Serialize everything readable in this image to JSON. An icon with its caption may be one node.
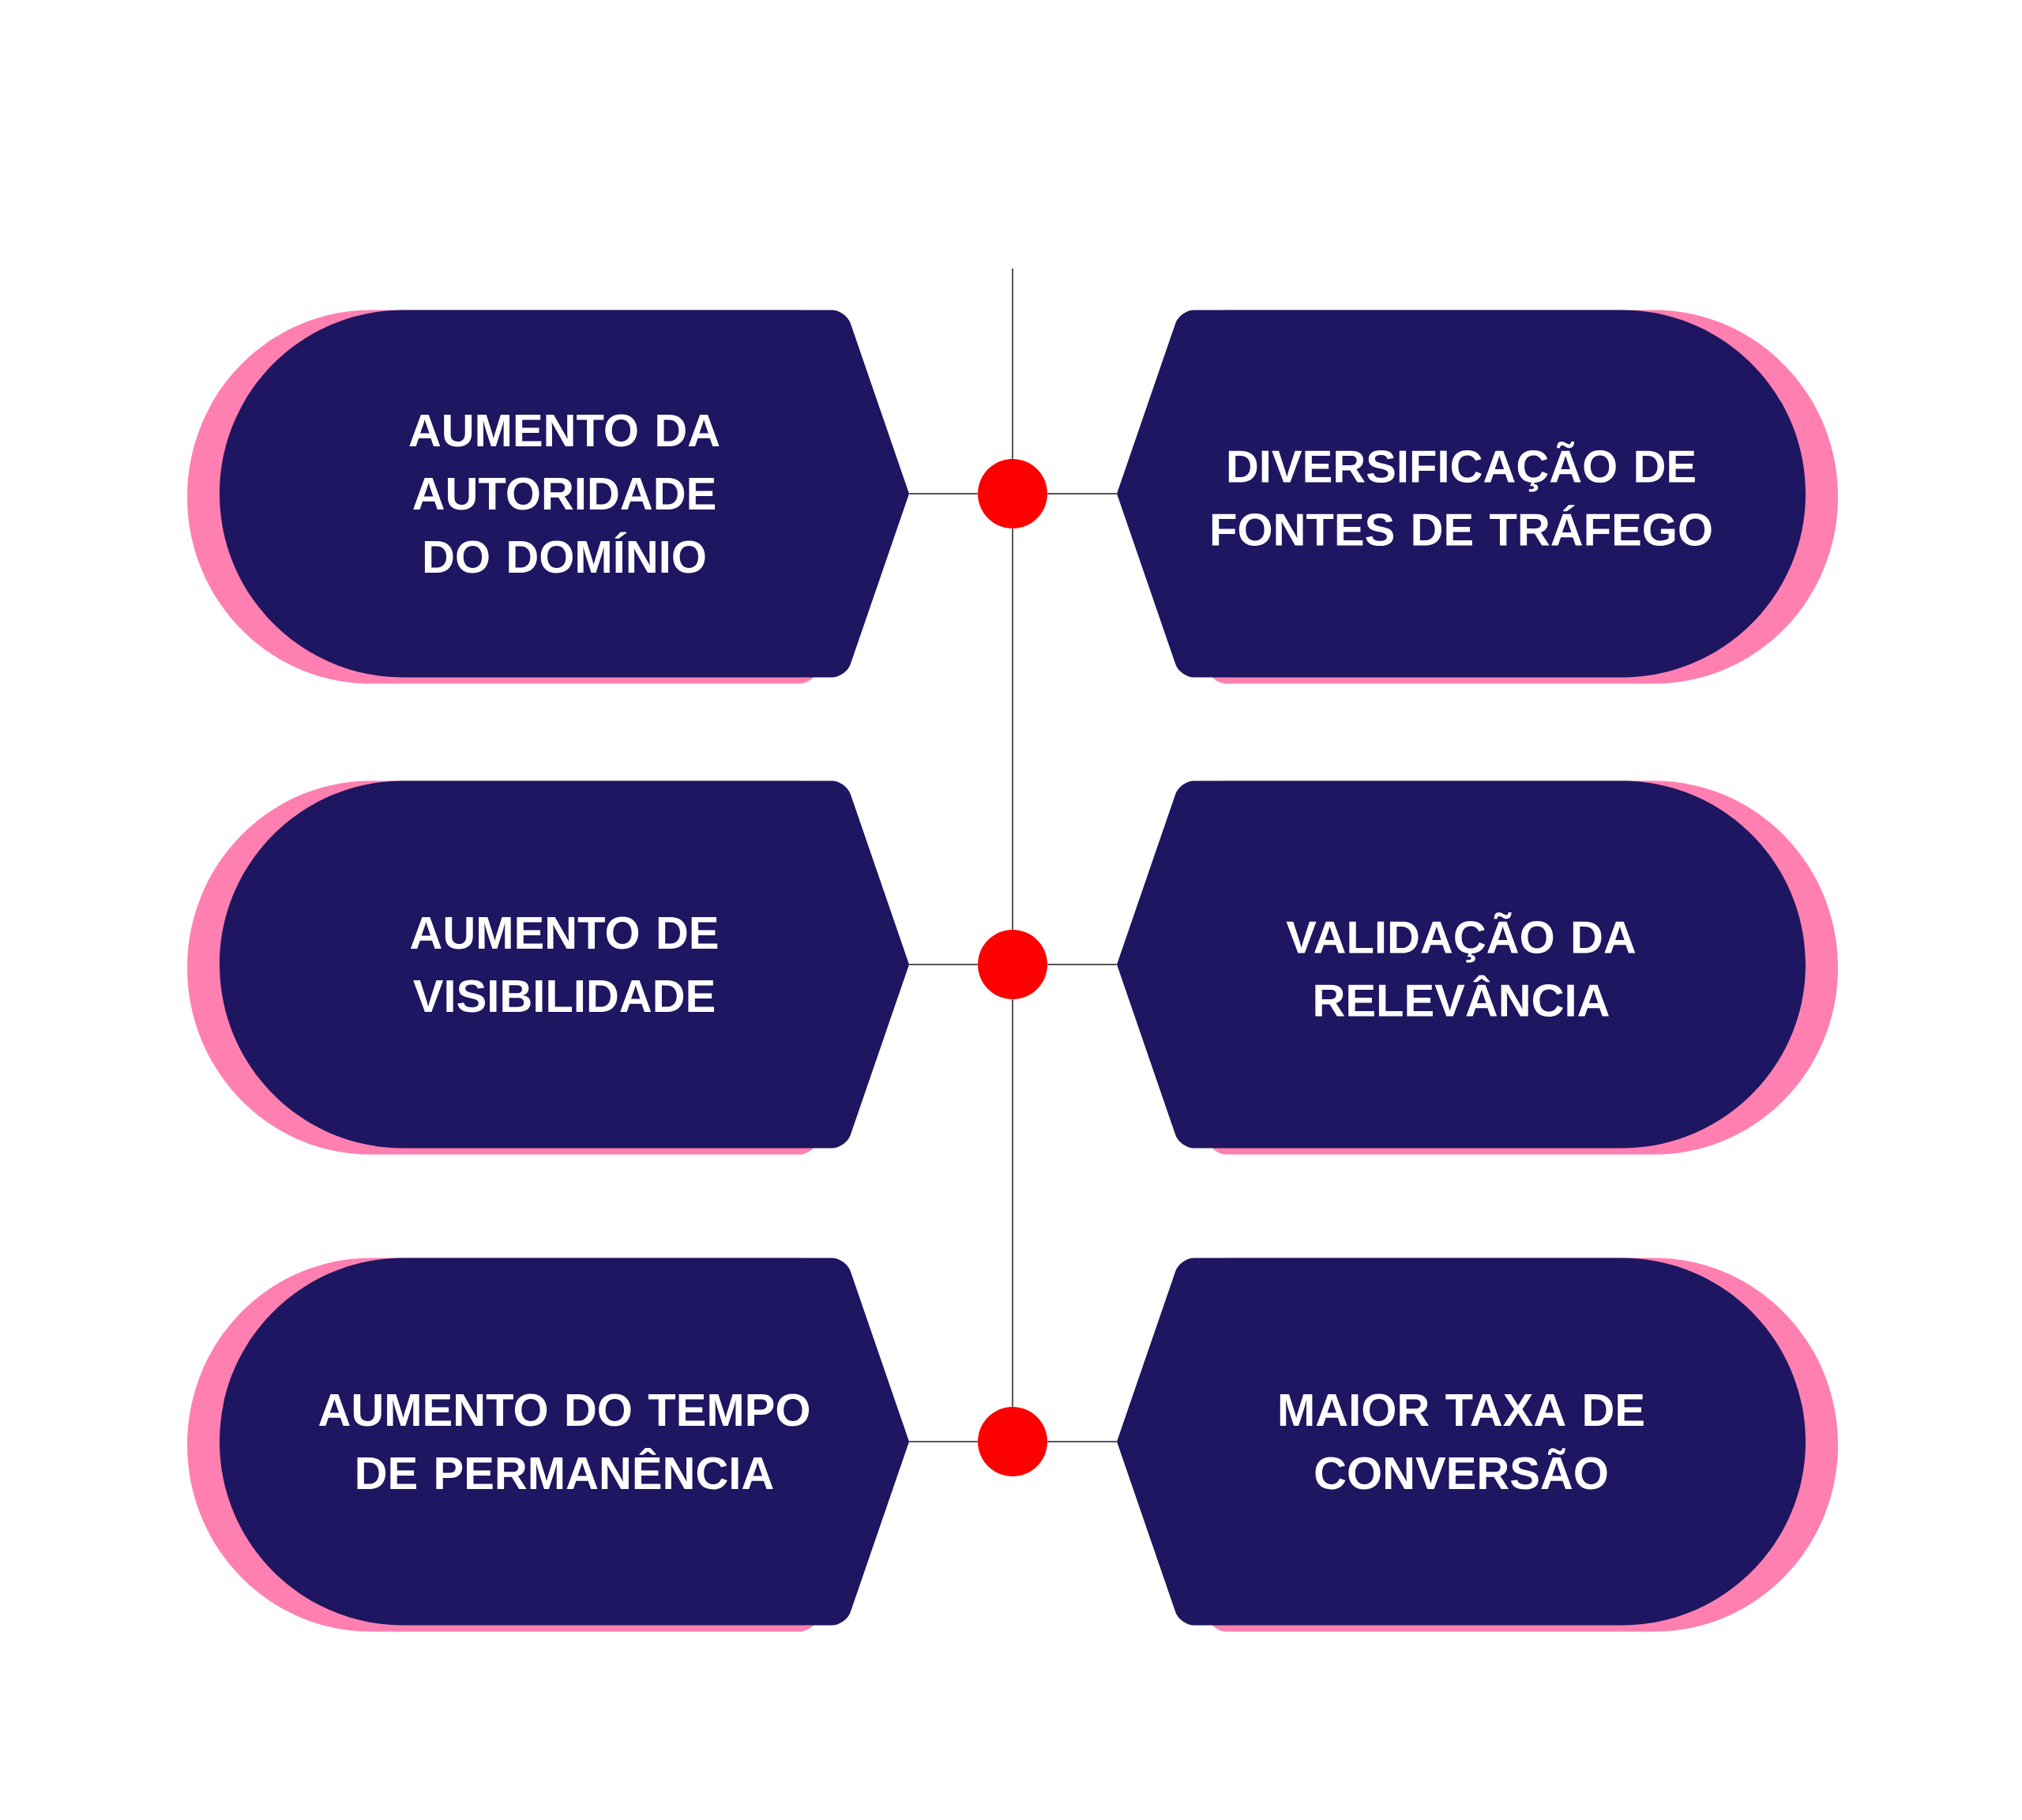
{
  "diagram": {
    "nodes": [
      {
        "text": [
          "AUMENTO DA AUTORIDADE DO DOMÍNIO"
        ]
      },
      {
        "text": [
          "DIVERSIFICAÇÃO DE FONTES DE TRÁFEGO"
        ]
      },
      {
        "text": [
          "AUMENTO DE VISIBILIDADE"
        ]
      },
      {
        "text": [
          "VALIDAÇÃO DA RELEVÂNCIA"
        ]
      },
      {
        "text": [
          "AUMENTO DO TEMPO DE PERMANÊNCIA"
        ]
      },
      {
        "text": [
          "MAIOR TAXA DE CONVERSÃO"
        ]
      },
      {
        "text": [],
        "shape": "circle"
      },
      {
        "text": [],
        "shape": "circle"
      },
      {
        "text": [],
        "shape": "circle"
      }
    ],
    "edges": [
      {
        "from": null,
        "to": 6,
        "arrow": "none"
      },
      {
        "from": 6,
        "to": 0,
        "arrow": "none"
      },
      {
        "from": 6,
        "to": 1,
        "arrow": "none"
      },
      {
        "from": 6,
        "to": 7,
        "arrow": "none"
      },
      {
        "from": 7,
        "to": 2,
        "arrow": "none"
      },
      {
        "from": 7,
        "to": 3,
        "arrow": "none"
      },
      {
        "from": 7,
        "to": 8,
        "arrow": "none"
      },
      {
        "from": 8,
        "to": 4,
        "arrow": "none"
      },
      {
        "from": 8,
        "to": 5,
        "arrow": "none"
      }
    ]
  }
}
